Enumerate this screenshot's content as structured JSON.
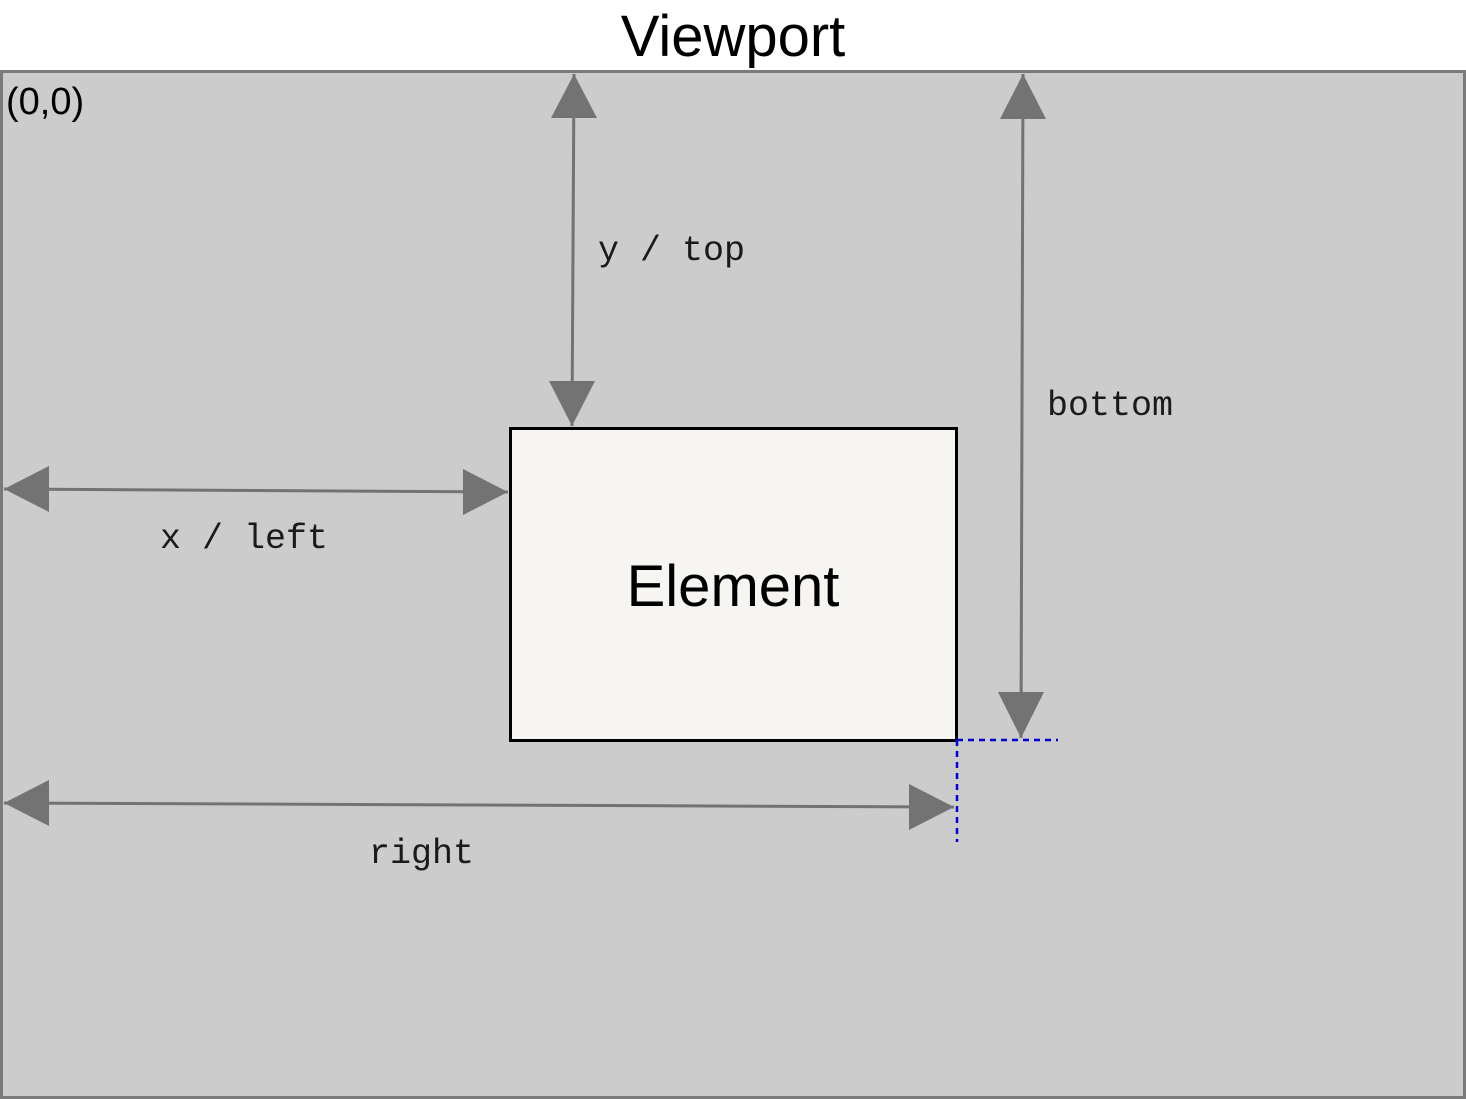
{
  "title": "Viewport",
  "origin_label": "(0,0)",
  "element_label": "Element",
  "labels": {
    "y_top": "y / top",
    "x_left": "x / left",
    "bottom": "bottom",
    "right": "right"
  },
  "colors": {
    "viewport_fill": "#cccccc",
    "viewport_border": "#7a7a7a",
    "element_fill": "#f7f5f1",
    "element_border": "#000000",
    "arrow": "#737373",
    "guide_dotted": "#0000dd"
  }
}
